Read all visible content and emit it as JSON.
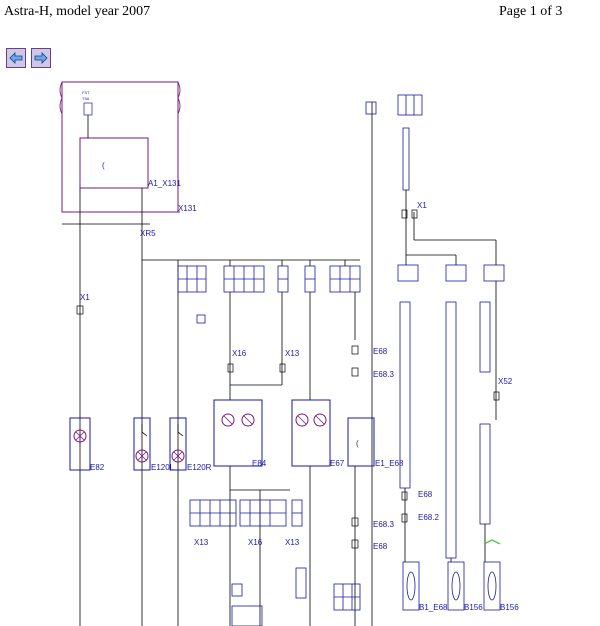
{
  "header": {
    "title": "Astra-H, model year 2007",
    "page": "Page 1 of 3"
  },
  "nav": {
    "prev_icon": "arrow-left-icon",
    "next_icon": "arrow-right-icon"
  },
  "colors": {
    "wire": "#000000",
    "component": "#1a1aa8",
    "outline": "#7a1a7a",
    "accent": "#2fbf2f"
  },
  "labels": {
    "a1_x131": "A1_X131",
    "x131": "X131",
    "xr5": "XR5",
    "x1_a": "X1",
    "x1_b": "X1",
    "e82": "E82",
    "e120l": "E120L",
    "e120r": "E120R",
    "e84": "E84",
    "e67": "E67",
    "x16_a": "X16",
    "x13_a": "X13",
    "x13_b": "X13",
    "x16_b": "X16",
    "x13_c": "X13",
    "e68_a": "E68",
    "e68_3a": "E68.3",
    "e1_e68": "E1_E68",
    "e68_3b": "E68.3",
    "e68_b": "E68",
    "e68_c": "E68",
    "e68_2": "E68.2",
    "x52": "X52",
    "b1_e68": "B1_E68",
    "b156_a": "B156",
    "b156_b": "B156"
  }
}
